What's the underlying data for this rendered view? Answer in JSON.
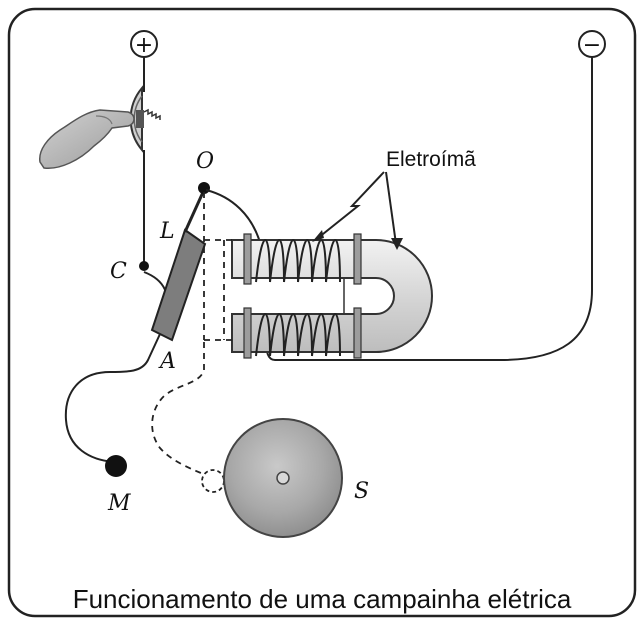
{
  "title": "",
  "caption": "Funcionamento de uma campainha elétrica",
  "labels": {
    "plus": "+",
    "minus": "−",
    "O": "O",
    "L": "L",
    "C": "C",
    "A": "A",
    "M": "M",
    "S": "S",
    "electromagnet": "Eletroímã"
  }
}
